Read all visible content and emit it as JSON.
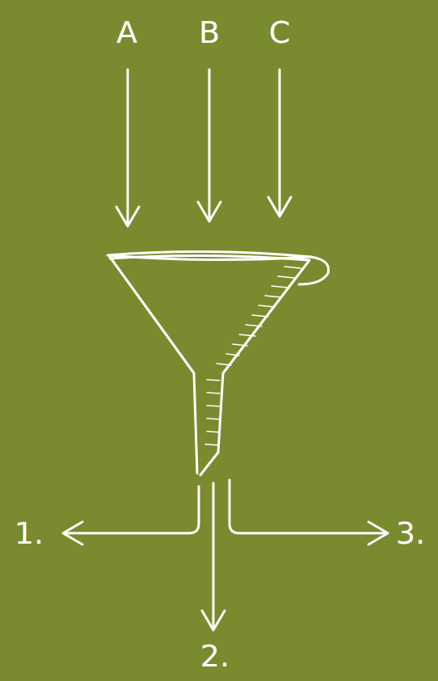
{
  "diagram": {
    "labels": [
      "A",
      "B",
      "C",
      "1.",
      "2.",
      "3."
    ]
  }
}
